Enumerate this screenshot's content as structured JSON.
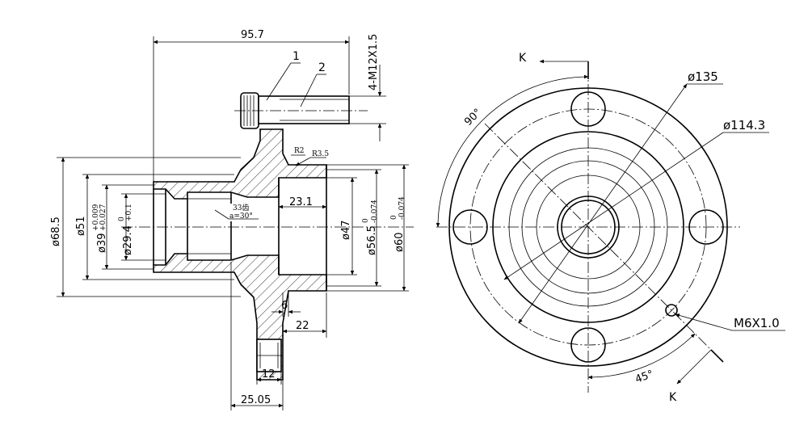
{
  "section_view": {
    "overall_length": "95.7",
    "stud_thread": "4-M12X1.5",
    "callout_1": "1",
    "callout_2": "2",
    "radius_r2": "R2",
    "radius_r35": "R3.5",
    "spline_teeth": "33齿",
    "spline_angle": "a=30°",
    "bore_depth": "23.1",
    "dia_685": "ø68.5",
    "dia_51": "ø51",
    "dia_39": "ø39",
    "dia_39_tol_upper": "+0.009",
    "dia_39_tol_lower": "+0.027",
    "dia_294": "ø29.4",
    "dia_294_tol_upper": "0",
    "dia_294_tol_lower": "+0.1",
    "dia_47": "ø47",
    "dia_565": "ø56.5",
    "dia_565_tol_upper": "0",
    "dia_565_tol_lower": "-0.074",
    "dia_60": "ø60",
    "dia_60_tol_upper": "0",
    "dia_60_tol_lower": "-0.074",
    "dim_6": "6",
    "dim_22": "22",
    "dim_12": "12",
    "dim_2505": "25.05"
  },
  "front_view": {
    "section_mark_top": "K",
    "section_mark_bottom": "K",
    "dia_135": "ø135",
    "dia_1143": "ø114.3",
    "angle_90": "90°",
    "angle_45": "45°",
    "thread_hole": "M6X1.0"
  }
}
